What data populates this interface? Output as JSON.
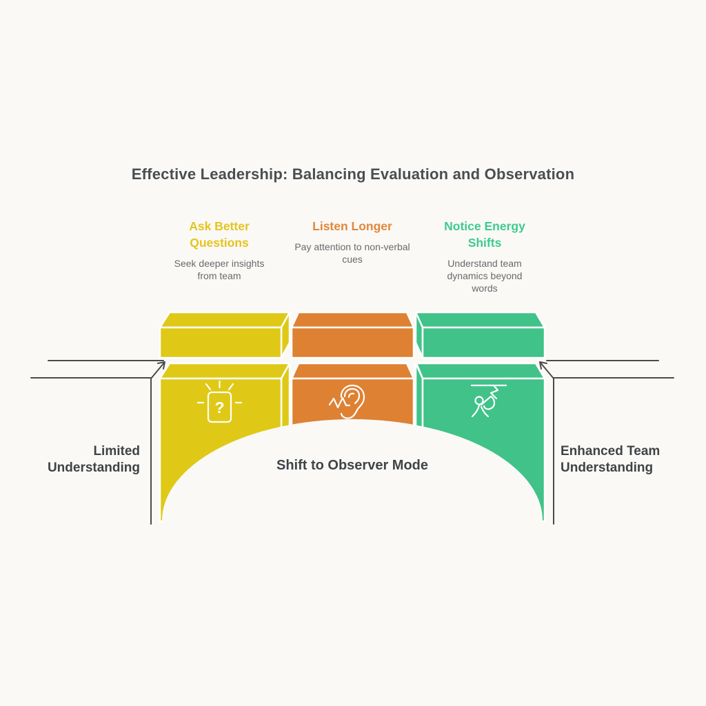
{
  "title": "Effective Leadership: Balancing Evaluation and Observation",
  "columns": [
    {
      "heading": "Ask Better Questions",
      "description": "Seek deeper insights from team",
      "heading_color": "#e4c51e",
      "block_color": "#dfc916",
      "icon": "question-card-icon",
      "glyph": "?"
    },
    {
      "heading": "Listen Longer",
      "description": "Pay attention to non-verbal cues",
      "heading_color": "#e2873b",
      "block_color": "#de8133",
      "icon": "ear-icon"
    },
    {
      "heading": "Notice Energy Shifts",
      "description": "Understand team dynamics beyond words",
      "heading_color": "#3ecb8e",
      "block_color": "#40c289",
      "icon": "energy-person-icon"
    }
  ],
  "bridge": {
    "left_label": "Limited Understanding",
    "center_label": "Shift to Observer Mode",
    "right_label": "Enhanced Team Understanding"
  },
  "colors": {
    "background": "#faf9f6",
    "title_text": "#4a4e52",
    "side_label_text": "#3e4347",
    "description_text": "#67696c",
    "outline": "#4a4a4a",
    "block_stroke": "#ffffff"
  }
}
